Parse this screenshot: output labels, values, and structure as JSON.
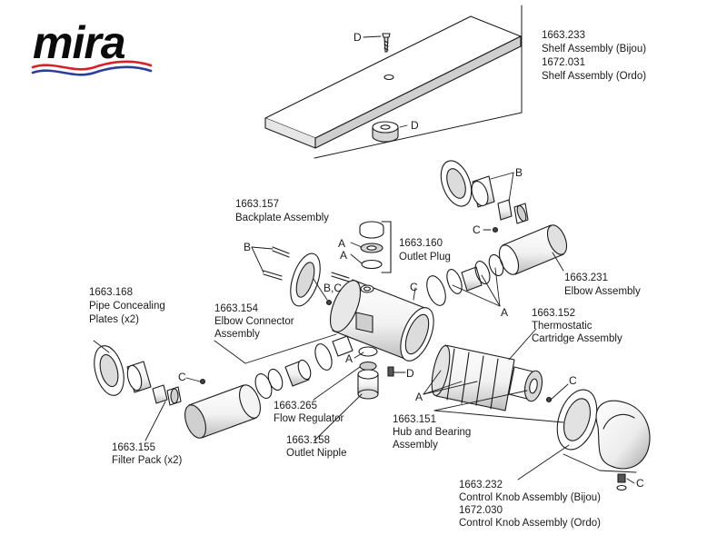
{
  "brand": {
    "logo_text": "mira",
    "colors": {
      "wave_top": "#d8202b",
      "wave_bottom": "#2b3f9a"
    }
  },
  "parts": {
    "shelf": {
      "code_1": "1663.233",
      "name_1": "Shelf Assembly (Bijou)",
      "code_2": "1672.031",
      "name_2": "Shelf Assembly (Ordo)"
    },
    "backplate": {
      "code": "1663.157",
      "name": "Backplate Assembly"
    },
    "outlet_plug": {
      "code": "1663.160",
      "name": "Outlet Plug"
    },
    "elbow": {
      "code": "1663.231",
      "name": "Elbow Assembly"
    },
    "pipe_plates": {
      "code": "1663.168",
      "line_1": "Pipe Concealing",
      "line_2": "Plates (x2)"
    },
    "elbow_connector": {
      "code": "1663.154",
      "line_1": "Elbow Connector",
      "line_2": "Assembly"
    },
    "cartridge": {
      "code": "1663.152",
      "line_1": "Thermostatic",
      "line_2": "Cartridge Assembly"
    },
    "flow_regulator": {
      "code": "1663.265",
      "name": "Flow Regulator"
    },
    "outlet_nipple": {
      "code": "1663.158",
      "name": "Outlet Nipple"
    },
    "hub": {
      "code": "1663.151",
      "line_1": "Hub and Bearing",
      "line_2": "Assembly"
    },
    "filter_pack": {
      "code": "1663.155",
      "name": "Filter Pack (x2)"
    },
    "control_knob": {
      "code_1": "1663.232",
      "name_1": "Control Knob Assembly (Bijou)",
      "code_2": "1672.030",
      "name_2": "Control Knob Assembly (Ordo)"
    }
  },
  "callouts": {
    "a": "A",
    "b": "B",
    "c": "C",
    "d": "D",
    "bc": "B,C"
  }
}
